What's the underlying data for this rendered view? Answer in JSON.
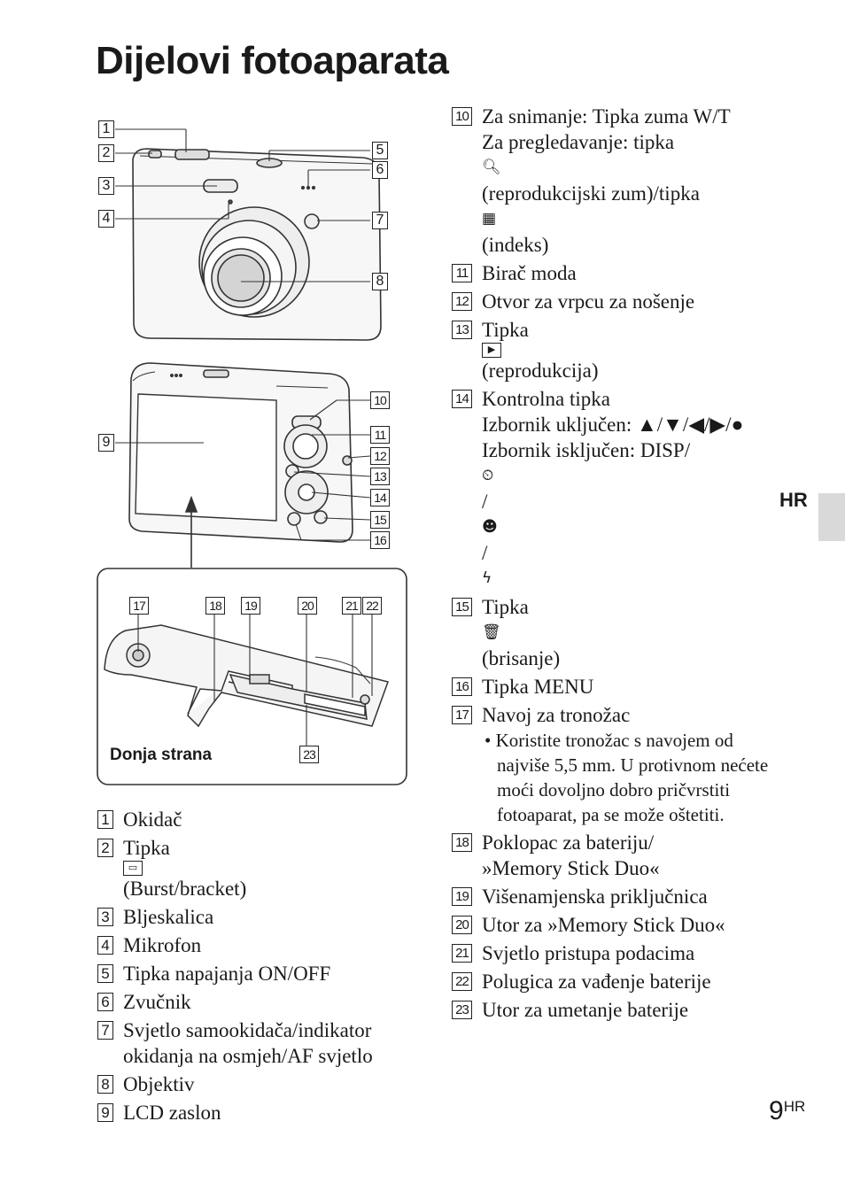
{
  "page": {
    "title": "Dijelovi fotoaparata",
    "lang_tab": "HR",
    "page_number": "9",
    "page_suffix": "HR"
  },
  "diagram": {
    "bottom_label": "Donja strana",
    "callouts": [
      "1",
      "2",
      "3",
      "4",
      "5",
      "6",
      "7",
      "8",
      "9",
      "10",
      "11",
      "12",
      "13",
      "14",
      "15",
      "16",
      "17",
      "18",
      "19",
      "20",
      "21",
      "22",
      "23"
    ]
  },
  "left_items": [
    {
      "n": "1",
      "lines": [
        "Okidač"
      ]
    },
    {
      "n": "2",
      "pre": "Tipka ",
      "icon": "burst-icon",
      "post": " (Burst/bracket)"
    },
    {
      "n": "3",
      "lines": [
        "Bljeskalica"
      ]
    },
    {
      "n": "4",
      "lines": [
        "Mikrofon"
      ]
    },
    {
      "n": "5",
      "lines": [
        "Tipka napajanja ON/OFF"
      ]
    },
    {
      "n": "6",
      "lines": [
        "Zvučnik"
      ]
    },
    {
      "n": "7",
      "lines": [
        "Svjetlo samookidača/indikator",
        "okidanja na osmjeh/AF svjetlo"
      ]
    },
    {
      "n": "8",
      "lines": [
        "Objektiv"
      ]
    },
    {
      "n": "9",
      "lines": [
        "LCD zaslon"
      ]
    }
  ],
  "right_items": [
    {
      "n": "10",
      "l1": "Za snimanje: Tipka zuma W/T",
      "l2": "Za pregledavanje: tipka",
      "l3": "(reprodukcijski zum)/tipka",
      "l4": "(indeks)"
    },
    {
      "n": "11",
      "text": "Birač moda"
    },
    {
      "n": "12",
      "text": "Otvor za vrpcu za nošenje"
    },
    {
      "n": "13",
      "pre": "Tipka",
      "post": "(reprodukcija)"
    },
    {
      "n": "14",
      "l1": "Kontrolna tipka",
      "l2": "Izbornik uključen: ▲/▼/◀/▶/●",
      "l3": "Izbornik isključen: DISP/",
      "l4": "/"
    },
    {
      "n": "15",
      "pre": "Tipka",
      "post": "(brisanje)"
    },
    {
      "n": "16",
      "text": "Tipka MENU"
    },
    {
      "n": "17",
      "text": "Navoj za tronožac",
      "bullet": "• Koristite tronožac s navojem od najviše 5,5 mm. U protivnom nećete moći dovoljno dobro pričvrstiti fotoaparat, pa se može oštetiti."
    },
    {
      "n": "18",
      "l1": "Poklopac za bateriju/",
      "l2": "»Memory Stick Duo«"
    },
    {
      "n": "19",
      "text": "Višenamjenska priključnica"
    },
    {
      "n": "20",
      "text": "Utor za »Memory Stick Duo«"
    },
    {
      "n": "21",
      "text": "Svjetlo pristupa podacima"
    },
    {
      "n": "22",
      "text": "Polugica za vađenje baterije"
    },
    {
      "n": "23",
      "text": "Utor za umetanje baterije"
    }
  ]
}
